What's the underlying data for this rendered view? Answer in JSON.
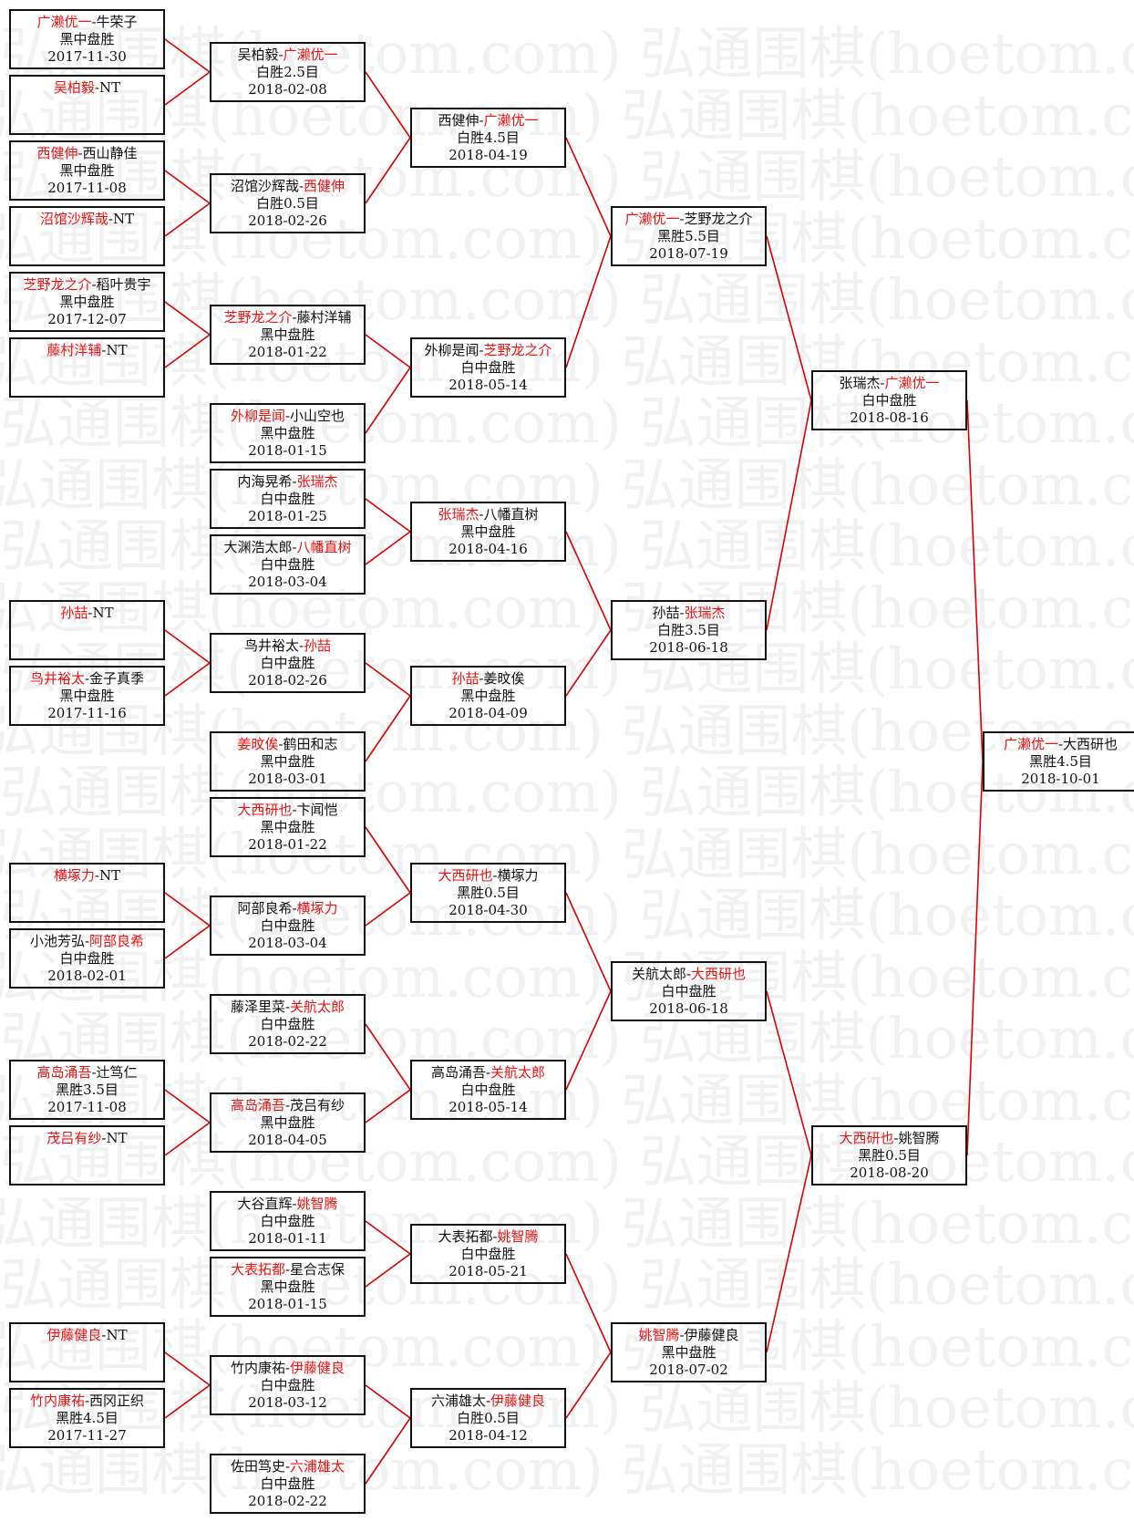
{
  "watermark": "弘通围棋(hoetom.com)",
  "colors": {
    "winner": "#ee1111",
    "normal": "#111111",
    "line": "#dd0000",
    "watermark": "#f1f1f1"
  },
  "matches": [
    {
      "id": "r1-1",
      "p1": "广濑优一",
      "p2": "牛荣子",
      "w": 1,
      "res": "黑中盘胜",
      "date": "2017-11-30"
    },
    {
      "id": "r1-2",
      "p1": "吴柏毅",
      "p2": "NT",
      "w": 1,
      "res": "",
      "date": ""
    },
    {
      "id": "r1-3",
      "p1": "西健伸",
      "p2": "西山静佳",
      "w": 1,
      "res": "黑中盘胜",
      "date": "2017-11-08"
    },
    {
      "id": "r1-4",
      "p1": "沼馆沙辉哉",
      "p2": "NT",
      "w": 1,
      "res": "",
      "date": ""
    },
    {
      "id": "r1-5",
      "p1": "芝野龙之介",
      "p2": "稻叶贵宇",
      "w": 1,
      "res": "黑中盘胜",
      "date": "2017-12-07"
    },
    {
      "id": "r1-6",
      "p1": "藤村洋辅",
      "p2": "NT",
      "w": 1,
      "res": "",
      "date": ""
    },
    {
      "id": "r1-7",
      "p1": "孙喆",
      "p2": "NT",
      "w": 1,
      "res": "",
      "date": ""
    },
    {
      "id": "r1-8",
      "p1": "鸟井裕太",
      "p2": "金子真季",
      "w": 1,
      "res": "黑中盘胜",
      "date": "2017-11-16"
    },
    {
      "id": "r1-9",
      "p1": "横塚力",
      "p2": "NT",
      "w": 1,
      "res": "",
      "date": ""
    },
    {
      "id": "r1-10",
      "p1": "小池芳弘",
      "p2": "阿部良希",
      "w": 2,
      "res": "白中盘胜",
      "date": "2018-02-01"
    },
    {
      "id": "r1-11",
      "p1": "高岛涌吾",
      "p2": "辻笃仁",
      "w": 1,
      "res": "黑胜3.5目",
      "date": "2017-11-08"
    },
    {
      "id": "r1-12",
      "p1": "茂吕有纱",
      "p2": "NT",
      "w": 1,
      "res": "",
      "date": ""
    },
    {
      "id": "r1-13",
      "p1": "伊藤健良",
      "p2": "NT",
      "w": 1,
      "res": "",
      "date": ""
    },
    {
      "id": "r1-14",
      "p1": "竹内康祐",
      "p2": "西冈正织",
      "w": 1,
      "res": "黑胜4.5目",
      "date": "2017-11-27"
    },
    {
      "id": "r2-1",
      "p1": "吴柏毅",
      "p2": "广濑优一",
      "w": 2,
      "res": "白胜2.5目",
      "date": "2018-02-08"
    },
    {
      "id": "r2-2",
      "p1": "沼馆沙辉哉",
      "p2": "西健伸",
      "w": 2,
      "res": "白胜0.5目",
      "date": "2018-02-26"
    },
    {
      "id": "r2-3",
      "p1": "芝野龙之介",
      "p2": "藤村洋辅",
      "w": 1,
      "res": "黑中盘胜",
      "date": "2018-01-22"
    },
    {
      "id": "r2-4",
      "p1": "外柳是闻",
      "p2": "小山空也",
      "w": 1,
      "res": "黑中盘胜",
      "date": "2018-01-15"
    },
    {
      "id": "r2-5",
      "p1": "内海晃希",
      "p2": "张瑞杰",
      "w": 2,
      "res": "白中盘胜",
      "date": "2018-01-25"
    },
    {
      "id": "r2-6",
      "p1": "大渊浩太郎",
      "p2": "八幡直树",
      "w": 2,
      "res": "白中盘胜",
      "date": "2018-03-04"
    },
    {
      "id": "r2-7",
      "p1": "鸟井裕太",
      "p2": "孙喆",
      "w": 2,
      "res": "白中盘胜",
      "date": "2018-02-26"
    },
    {
      "id": "r2-8",
      "p1": "姜旼俟",
      "p2": "鹤田和志",
      "w": 1,
      "res": "黑中盘胜",
      "date": "2018-03-01"
    },
    {
      "id": "r2-9",
      "p1": "大西研也",
      "p2": "卞闻恺",
      "w": 1,
      "res": "黑中盘胜",
      "date": "2018-01-22"
    },
    {
      "id": "r2-10",
      "p1": "阿部良希",
      "p2": "横塚力",
      "w": 2,
      "res": "白中盘胜",
      "date": "2018-03-04"
    },
    {
      "id": "r2-11",
      "p1": "藤泽里菜",
      "p2": "关航太郎",
      "w": 2,
      "res": "白中盘胜",
      "date": "2018-02-22"
    },
    {
      "id": "r2-12",
      "p1": "高岛涌吾",
      "p2": "茂吕有纱",
      "w": 1,
      "res": "黑中盘胜",
      "date": "2018-04-05"
    },
    {
      "id": "r2-13",
      "p1": "大谷直辉",
      "p2": "姚智腾",
      "w": 2,
      "res": "白中盘胜",
      "date": "2018-01-11"
    },
    {
      "id": "r2-14",
      "p1": "大表拓都",
      "p2": "星合志保",
      "w": 1,
      "res": "黑中盘胜",
      "date": "2018-01-15"
    },
    {
      "id": "r2-15",
      "p1": "竹内康祐",
      "p2": "伊藤健良",
      "w": 2,
      "res": "白中盘胜",
      "date": "2018-03-12"
    },
    {
      "id": "r2-16",
      "p1": "佐田笃史",
      "p2": "六浦雄太",
      "w": 2,
      "res": "白中盘胜",
      "date": "2018-02-22"
    },
    {
      "id": "r3-1",
      "p1": "西健伸",
      "p2": "广濑优一",
      "w": 2,
      "res": "白胜4.5目",
      "date": "2018-04-19"
    },
    {
      "id": "r3-2",
      "p1": "外柳是闻",
      "p2": "芝野龙之介",
      "w": 2,
      "res": "白中盘胜",
      "date": "2018-05-14"
    },
    {
      "id": "r3-3",
      "p1": "张瑞杰",
      "p2": "八幡直树",
      "w": 1,
      "res": "黑中盘胜",
      "date": "2018-04-16"
    },
    {
      "id": "r3-4",
      "p1": "孙喆",
      "p2": "姜旼俟",
      "w": 1,
      "res": "黑中盘胜",
      "date": "2018-04-09"
    },
    {
      "id": "r3-5",
      "p1": "大西研也",
      "p2": "横塚力",
      "w": 1,
      "res": "黑胜0.5目",
      "date": "2018-04-30"
    },
    {
      "id": "r3-6",
      "p1": "高岛涌吾",
      "p2": "关航太郎",
      "w": 2,
      "res": "白中盘胜",
      "date": "2018-05-14"
    },
    {
      "id": "r3-7",
      "p1": "大表拓都",
      "p2": "姚智腾",
      "w": 2,
      "res": "白中盘胜",
      "date": "2018-05-21"
    },
    {
      "id": "r3-8",
      "p1": "六浦雄太",
      "p2": "伊藤健良",
      "w": 2,
      "res": "白胜0.5目",
      "date": "2018-04-12"
    },
    {
      "id": "r4-1",
      "p1": "广濑优一",
      "p2": "芝野龙之介",
      "w": 1,
      "res": "黑胜5.5目",
      "date": "2018-07-19"
    },
    {
      "id": "r4-2",
      "p1": "孙喆",
      "p2": "张瑞杰",
      "w": 2,
      "res": "白胜3.5目",
      "date": "2018-06-18"
    },
    {
      "id": "r4-3",
      "p1": "关航太郎",
      "p2": "大西研也",
      "w": 2,
      "res": "白中盘胜",
      "date": "2018-06-18"
    },
    {
      "id": "r4-4",
      "p1": "姚智腾",
      "p2": "伊藤健良",
      "w": 1,
      "res": "黑中盘胜",
      "date": "2018-07-02"
    },
    {
      "id": "r5-1",
      "p1": "张瑞杰",
      "p2": "广濑优一",
      "w": 2,
      "res": "白中盘胜",
      "date": "2018-08-16"
    },
    {
      "id": "r5-2",
      "p1": "大西研也",
      "p2": "姚智腾",
      "w": 1,
      "res": "黑胜0.5目",
      "date": "2018-08-20"
    },
    {
      "id": "final",
      "p1": "广濑优一",
      "p2": "大西研也",
      "w": 1,
      "res": "黑胜4.5目",
      "date": "2018-10-01"
    }
  ]
}
